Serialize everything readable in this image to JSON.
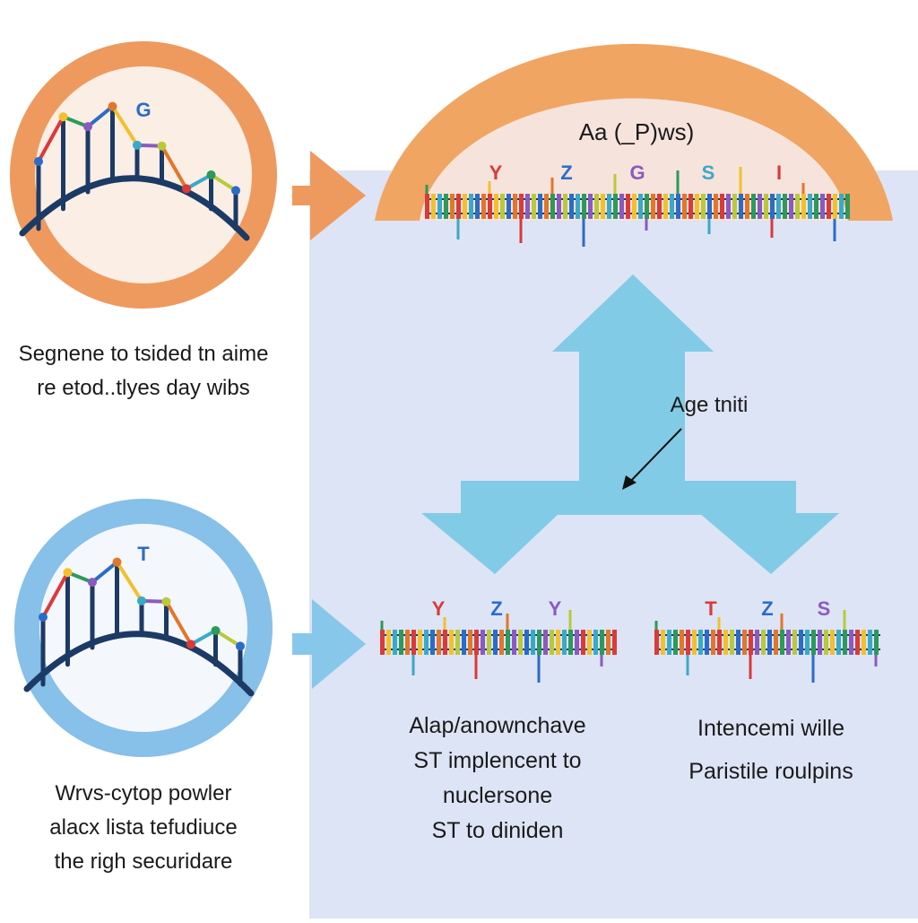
{
  "colors": {
    "panel_bg": "#dde4f5",
    "orange": "#ee9a5e",
    "orange_light": "#f3a66c",
    "peach_fill": "#fbeee5",
    "blue": "#87c0e8",
    "blue_arrow": "#82cbe6",
    "dark_navy": "#1c3a66",
    "bar_palette": [
      "#d93a3a",
      "#2c9a5a",
      "#2a6cc8",
      "#f2c02c",
      "#8a5ac0",
      "#e2762a",
      "#3aa9c8",
      "#b9c93a"
    ]
  },
  "top_left": {
    "icon": "dna-bridge-icon",
    "letter": "G",
    "caption_lines": [
      "Segnene to tsided tn aime",
      "re etod..tlyes day wibs"
    ]
  },
  "bottom_left": {
    "icon": "dna-bridge-icon",
    "letter": "T",
    "caption_lines": [
      "Wrvs-cytop powler",
      "alacx lista tefudiuce",
      "the righ securidare"
    ]
  },
  "top_right": {
    "dome_label": "Aa (_P)ws)",
    "strand_letters": [
      "Y",
      "Z",
      "G",
      "S",
      "I"
    ]
  },
  "center": {
    "arrow_label": "Age tniti"
  },
  "bottom_middle": {
    "strand_letters": [
      "Y",
      "Z",
      "Y"
    ],
    "caption_lines": [
      "Alap/anownchave",
      "ST implencent to",
      "nuclersone",
      "ST to diniden"
    ]
  },
  "bottom_right": {
    "strand_letters": [
      "T",
      "Z",
      "S"
    ],
    "caption_lines": [
      "Intencemi wille",
      "Paristile roulpins"
    ]
  }
}
